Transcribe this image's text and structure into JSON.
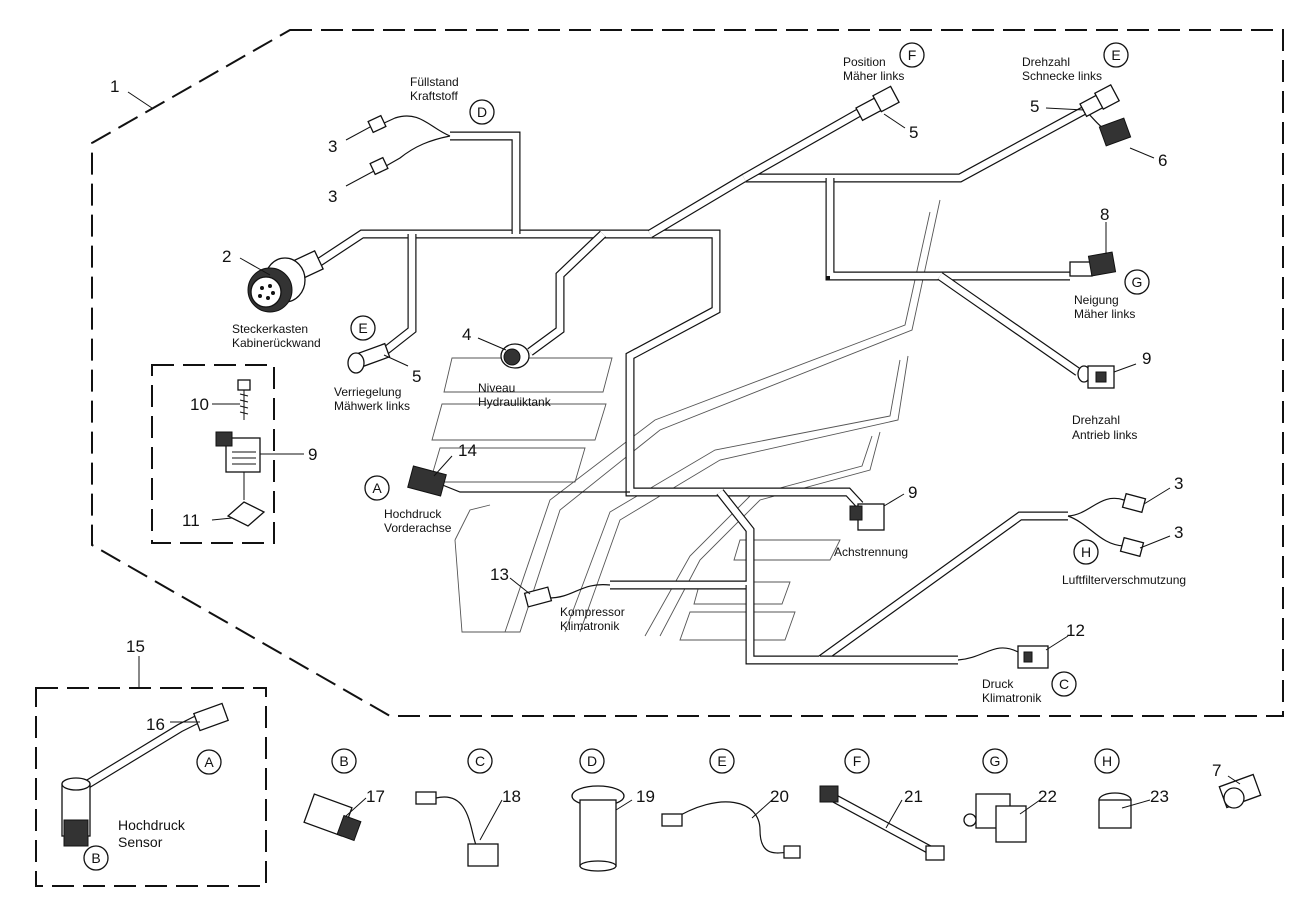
{
  "part_numbers": {
    "n1": "1",
    "n2": "2",
    "n3a": "3",
    "n3b": "3",
    "n3c": "3",
    "n3d": "3",
    "n4": "4",
    "n5a": "5",
    "n5b": "5",
    "n5c": "5",
    "n6": "6",
    "n7": "7",
    "n8": "8",
    "n9a": "9",
    "n9b": "9",
    "n9c": "9",
    "n10": "10",
    "n11": "11",
    "n12": "12",
    "n13": "13",
    "n14": "14",
    "n15": "15",
    "n16": "16",
    "n17": "17",
    "n18": "18",
    "n19": "19",
    "n20": "20",
    "n21": "21",
    "n22": "22",
    "n23": "23"
  },
  "callouts": {
    "A": "A",
    "B": "B",
    "C": "C",
    "D": "D",
    "E": "E",
    "F": "F",
    "G": "G",
    "H": "H"
  },
  "labels": {
    "fuel_level_1": "Füllstand",
    "fuel_level_2": "Kraftstoff",
    "position_1": "Position",
    "position_2": "Mäher links",
    "speed_auger_1": "Drehzahl",
    "speed_auger_2": "Schnecke links",
    "socket_1": "Steckerkasten",
    "socket_2": "Kabinerückwand",
    "lock_1": "Verriegelung",
    "lock_2": "Mähwerk links",
    "level_1": "Niveau",
    "level_2": "Hydrauliktank",
    "tilt_1": "Neigung",
    "tilt_2": "Mäher links",
    "speed_drive_1": "Drehzahl",
    "speed_drive_2": "Antrieb links",
    "hp_front_1": "Hochdruck",
    "hp_front_2": "Vorderachse",
    "axle_sep": "Achstrennung",
    "air_filter": "Luftfilterverschmutzung",
    "compressor_1": "Kompressor",
    "compressor_2": "Klimatronik",
    "pressure_1": "Druck",
    "pressure_2": "Klimatronik",
    "hp_sensor_1": "Hochdruck",
    "hp_sensor_2": "Sensor"
  }
}
